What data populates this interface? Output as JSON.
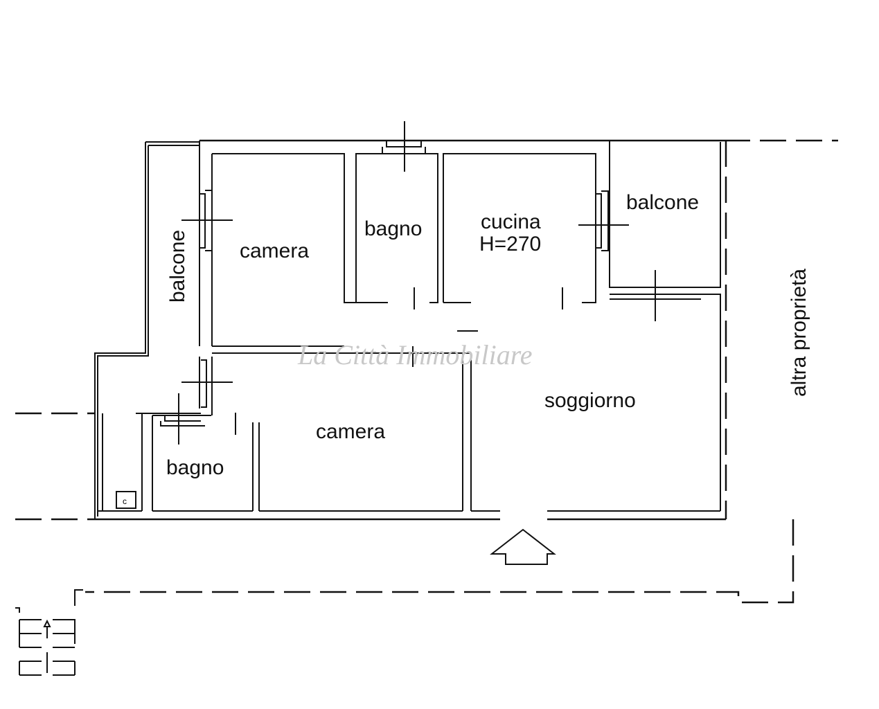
{
  "plan": {
    "rooms": {
      "camera_top": "camera",
      "bagno_top": "bagno",
      "cucina": "cucina",
      "cucina_height": "H=270",
      "balcone_right": "balcone",
      "balcone_left": "balcone",
      "camera_bottom": "camera",
      "bagno_bottom": "bagno",
      "soggiorno": "soggiorno",
      "neighbor": "altra proprietà",
      "boiler": "c"
    },
    "watermark": "La Città Immobiliare"
  }
}
